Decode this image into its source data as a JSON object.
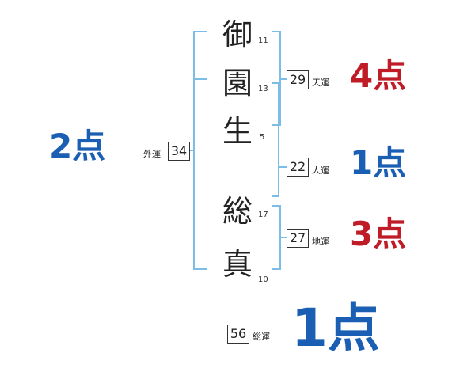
{
  "name_chars": [
    {
      "char": "御",
      "strokes": "11"
    },
    {
      "char": "園",
      "strokes": "13"
    },
    {
      "char": "生",
      "strokes": "5"
    },
    {
      "char": "総",
      "strokes": "17"
    },
    {
      "char": "真",
      "strokes": "10"
    }
  ],
  "fortunes": {
    "gaiun": {
      "label": "外運",
      "value": "34",
      "score": "2点",
      "color": "#1a5fb4"
    },
    "tenun": {
      "label": "天運",
      "value": "29",
      "score": "4点",
      "color": "#c01c28"
    },
    "jinun": {
      "label": "人運",
      "value": "22",
      "score": "1点",
      "color": "#1a5fb4"
    },
    "chiun": {
      "label": "地運",
      "value": "27",
      "score": "3点",
      "color": "#c01c28"
    },
    "souun": {
      "label": "総運",
      "value": "56",
      "score": "1点",
      "color": "#1a5fb4"
    }
  },
  "colors": {
    "bracket": "#7bbde6",
    "blue": "#1a5fb4",
    "red": "#c01c28"
  }
}
